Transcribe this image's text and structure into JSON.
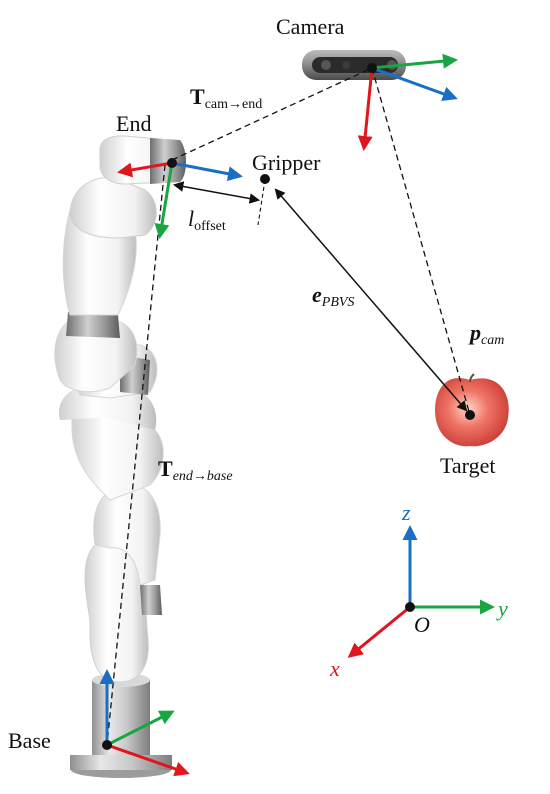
{
  "labels": {
    "camera": "Camera",
    "end": "End",
    "gripper": "Gripper",
    "target": "Target",
    "base": "Base",
    "origin": "O"
  },
  "transforms": {
    "cam_end_main": "T",
    "cam_end_sub": "cam→end",
    "end_base_main": "T",
    "end_base_sub": "end→base",
    "offset_main": "l",
    "offset_sub": "offset",
    "error_main": "e",
    "error_sub": "PBVS",
    "pcam_main": "p",
    "pcam_sub": "cam"
  },
  "axes": {
    "x": "x",
    "y": "y",
    "z": "z"
  },
  "colors": {
    "x_axis": "#e0161e",
    "y_axis": "#18a542",
    "z_axis": "#1a6fc4",
    "ink": "#111111"
  }
}
